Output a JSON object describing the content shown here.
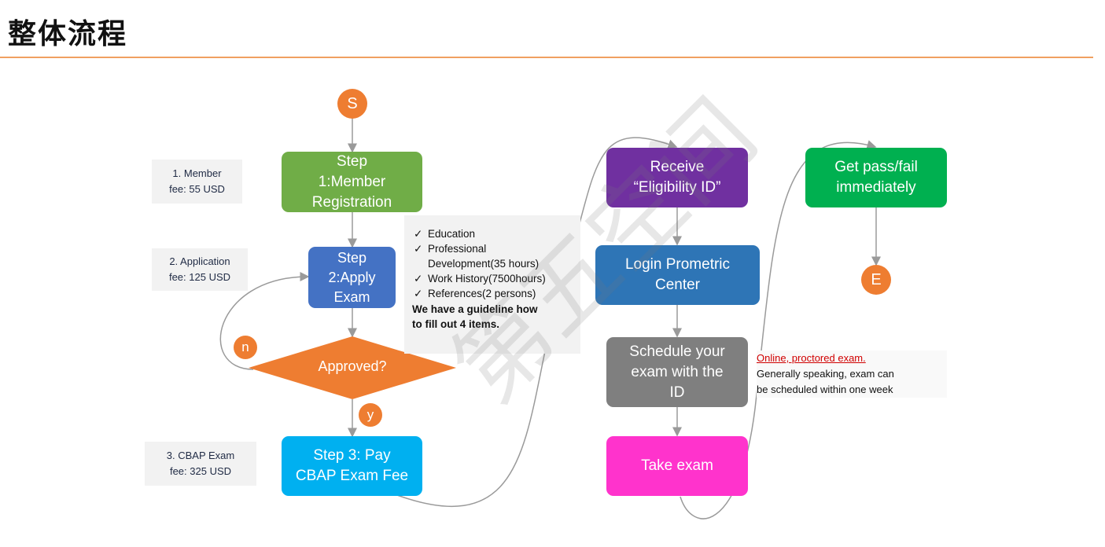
{
  "title": "整体流程",
  "fees": {
    "member": "1. Member\nfee: 55 USD",
    "application": "2. Application\nfee: 125 USD",
    "cbap": "3. CBAP Exam\nfee: 325 USD"
  },
  "nodes": {
    "start": "S",
    "end": "E",
    "step1": "Step\n1:Member\nRegistration",
    "step2": "Step\n2:Apply\nExam",
    "approved": "Approved?",
    "no": "n",
    "yes": "y",
    "step3": "Step 3: Pay\nCBAP Exam Fee",
    "receive": "Receive\n“Eligibility ID”",
    "login": "Login Prometric\nCenter",
    "schedule": "Schedule your\nexam with the\nID",
    "take": "Take exam",
    "result": "Get pass/fail\nimmediately"
  },
  "checklist": {
    "items": [
      "Education",
      "Professional\nDevelopment(35 hours)",
      "Work History(7500hours)",
      "References(2 persons)"
    ],
    "footer": "We have a guideline how\nto fill out 4 items."
  },
  "note": {
    "red": "Online, proctored exam.",
    "body": "Generally speaking, exam can\nbe scheduled within one week"
  },
  "watermark": "第五空间",
  "colors": {
    "orange": "#ee7d31",
    "green": "#70ad47",
    "blue": "#4472c4",
    "cyan": "#00b0f0",
    "purple": "#7030a0",
    "steel": "#2e75b6",
    "gray": "#7f7f7f",
    "magenta": "#ff33cc",
    "bright_green": "#00b050"
  }
}
